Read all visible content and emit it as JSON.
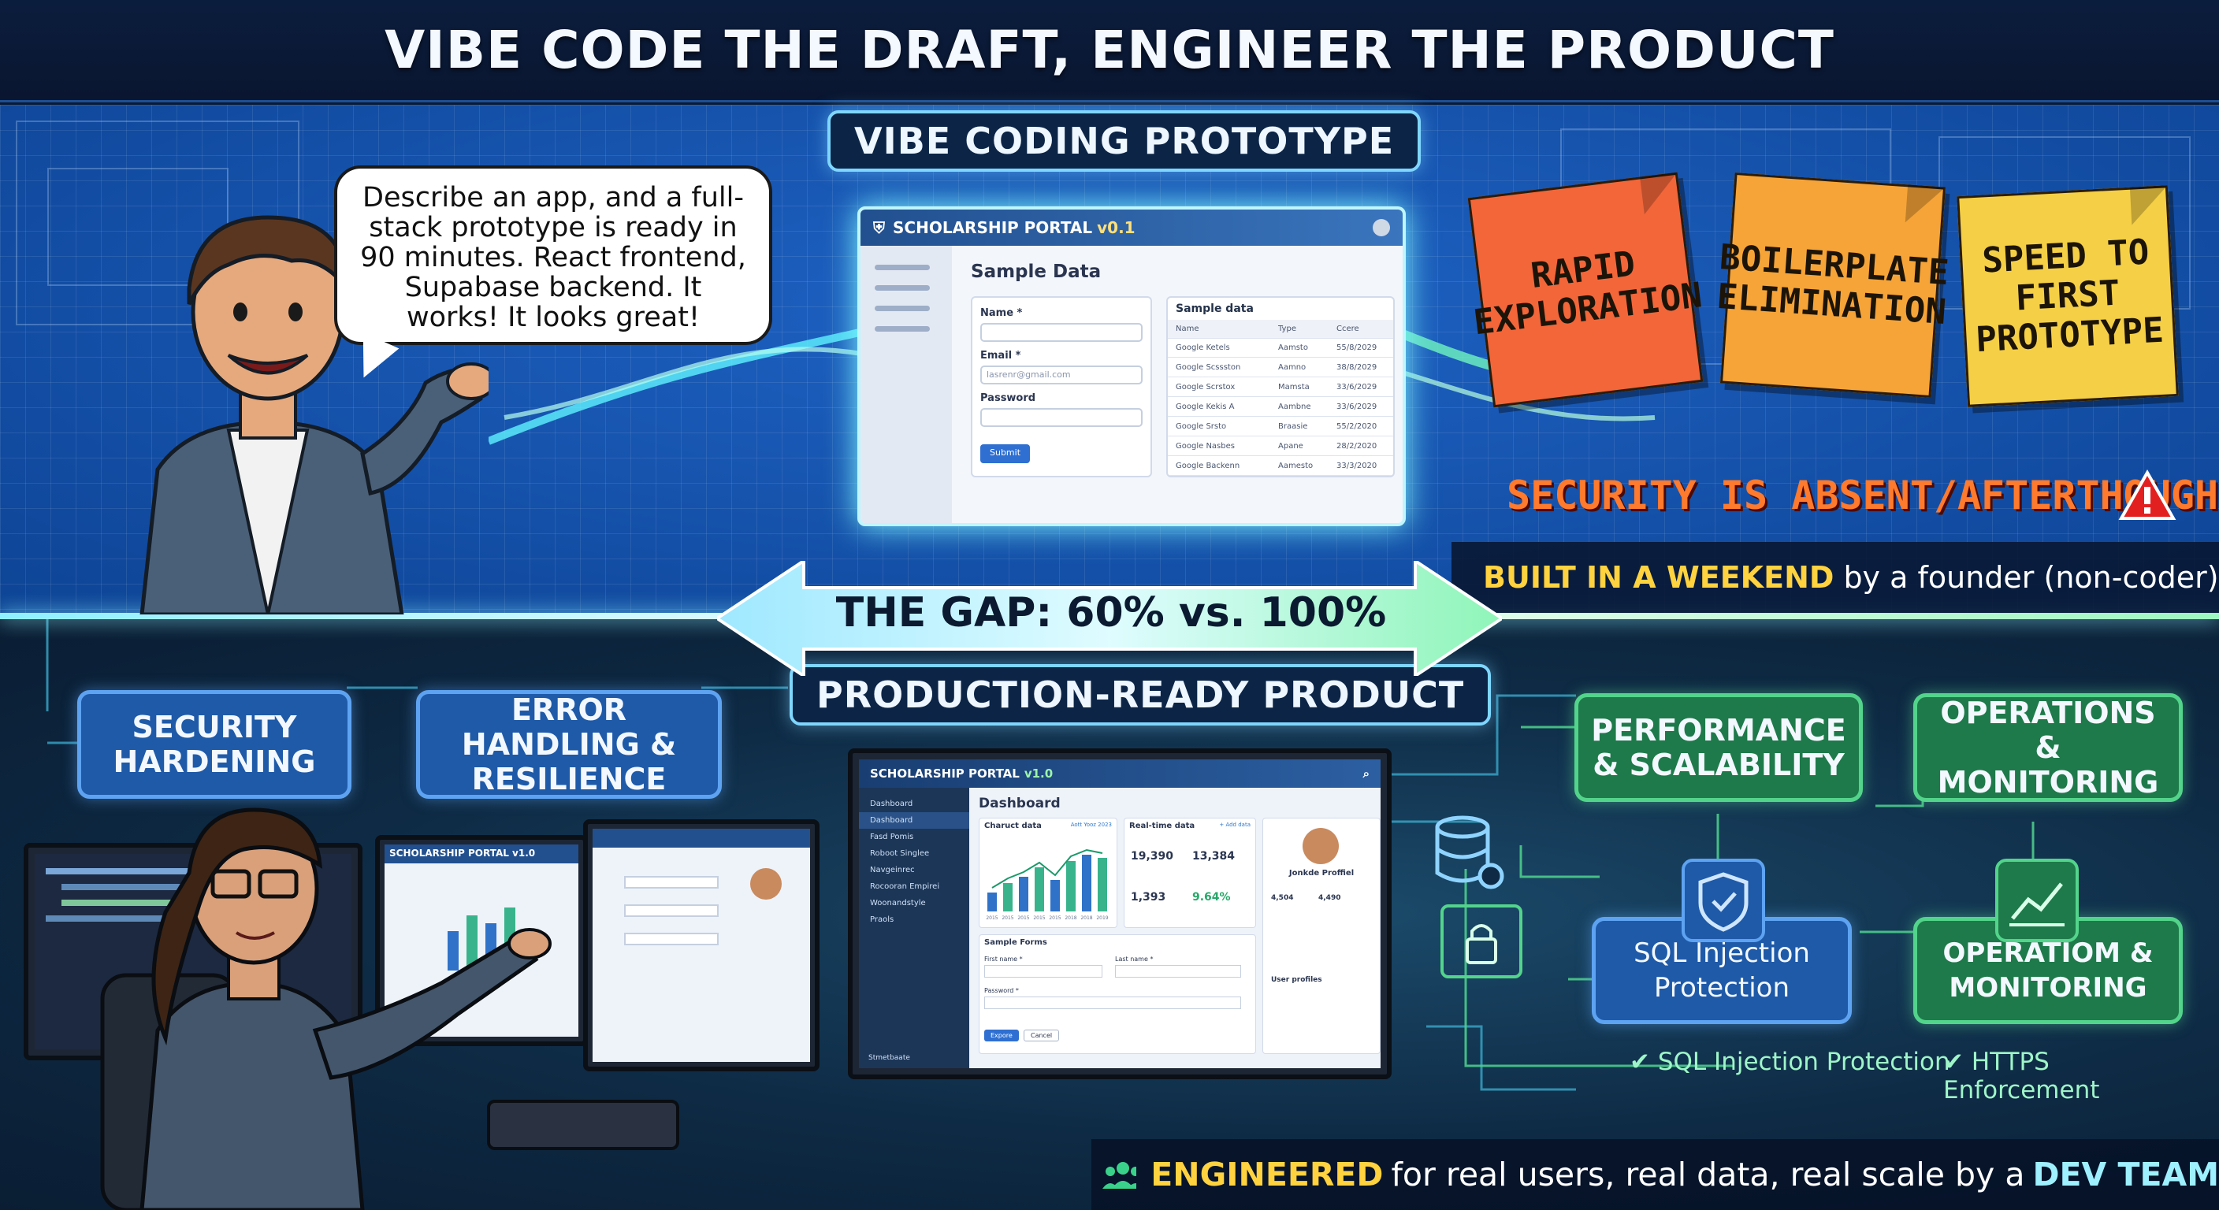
{
  "header": {
    "title": "VIBE CODE THE DRAFT, ENGINEER THE PRODUCT"
  },
  "prototype": {
    "label": "VIBE CODING PROTOTYPE",
    "speech": "Describe an app, and a full-stack prototype is ready in 90 minutes. React frontend, Supabase backend. It works! It looks great!",
    "window": {
      "title": "SCHOLARSHIP PORTAL",
      "version": "v0.1",
      "heading": "Sample Data",
      "name_label": "Name *",
      "email_label": "Email *",
      "email_placeholder": "lasrenr@gmail.com",
      "password_label": "Password",
      "submit": "Submit",
      "table_title": "Sample data",
      "table_headers": [
        "Name",
        "Type",
        "Ccere"
      ],
      "table_rows": [
        [
          "Google Ketels",
          "Aamsto",
          "55/8/2029"
        ],
        [
          "Google Scssston",
          "Aamno",
          "38/8/2029"
        ],
        [
          "Google Scrstox",
          "Mamsta",
          "33/6/2029"
        ],
        [
          "Google Kekis A",
          "Aambne",
          "33/6/2029"
        ],
        [
          "Google Srsto",
          "Braasie",
          "55/2/2020"
        ],
        [
          "Google Nasbes",
          "Apane",
          "28/2/2020"
        ],
        [
          "Google Backenn",
          "Aamesto",
          "33/3/2020"
        ]
      ]
    },
    "notes": [
      {
        "text": "RAPID EXPLORATION",
        "color": "#f2663a"
      },
      {
        "text": "BOILERPLATE ELIMINATION",
        "color": "#f6a438"
      },
      {
        "text": "SPEED TO FIRST PROTOTYPE",
        "color": "#f5cf45"
      }
    ],
    "warning": "SECURITY IS ABSENT/AFTERTHOUGHT",
    "built": {
      "highlight": "BUILT IN A WEEKEND",
      "rest": "by a founder (non-coder)"
    }
  },
  "gap": {
    "label": "THE GAP: 60% vs. 100%"
  },
  "production": {
    "label": "PRODUCTION-READY PRODUCT",
    "window": {
      "title": "SCHOLARSHIP PORTAL",
      "version": "v1.0",
      "heading": "Dashboard",
      "nav": [
        "Dashboard",
        "Dashboard",
        "Fasd Pomis",
        "Roboot Singlee",
        "Navgeinrec",
        "Rocooran Empirei",
        "Woonandstyle",
        "Praols"
      ],
      "chart_title": "Charuct data",
      "chart_link": "Aott Yooz 2023",
      "chart_values": [
        {
          "label": "2015",
          "value": 30
        },
        {
          "label": "2015",
          "value": 45
        },
        {
          "label": "2015",
          "value": 55
        },
        {
          "label": "2015",
          "value": 70
        },
        {
          "label": "2015",
          "value": 50
        },
        {
          "label": "2018",
          "value": 80
        },
        {
          "label": "2018",
          "value": 90
        },
        {
          "label": "2019",
          "value": 85
        }
      ],
      "realtime_title": "Real-time data",
      "realtime_link": "+ Add data",
      "stats": [
        "19,390",
        "13,384",
        "1,393",
        "9.64%"
      ],
      "profile_title": "Jonkde Proffiel",
      "profile_stats": [
        "4,504",
        "4,490"
      ],
      "form_title": "Sample Forms",
      "first_name": "First name *",
      "last_name": "Last name *",
      "password": "Password *",
      "save": "Expore",
      "cancel": "Cancel",
      "profiles_title": "User profiles",
      "side_bottom": "Stmetbaate"
    },
    "features": {
      "security": "SECURITY HARDENING",
      "errors": "ERROR HANDLING & RESILIENCE",
      "performance": "PERFORMANCE & SCALABILITY",
      "operations": "OPERATIONS & MONITORING",
      "sql": "SQL Injection Protection",
      "operatiom": "OPERATIOM & MONITORING"
    },
    "checks": [
      "SQL Injection Protection",
      "HTTPS Enforcement"
    ],
    "small_monitor_title": "SCHOLARSHIP PORTAL v1.0",
    "footer": {
      "highlight1": "ENGINEERED",
      "middle": "for real users, real data, real scale by a",
      "highlight2": "DEV TEAM"
    }
  }
}
